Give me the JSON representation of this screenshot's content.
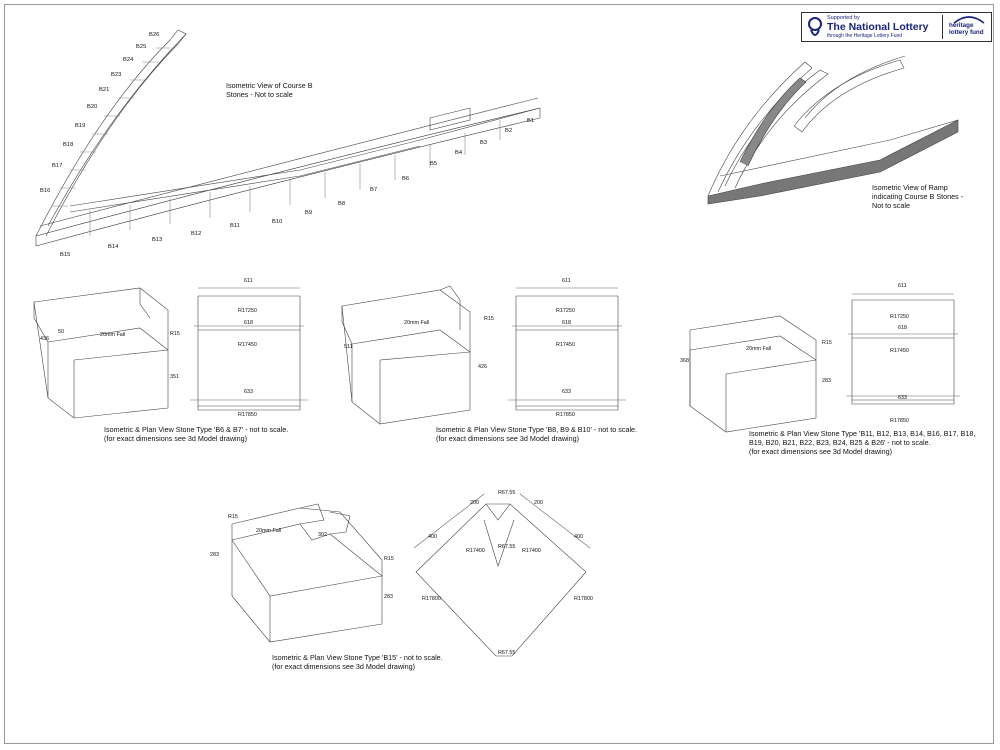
{
  "logo": {
    "supported_by": "Supported by",
    "name": "The National Lottery",
    "via": "through the Heritage Lottery Fund",
    "hlf_line1": "heritage",
    "hlf_line2": "lottery fund"
  },
  "captions": {
    "iso_course_b_l1": "Isometric View of Course B",
    "iso_course_b_l2": "Stones - Not to scale",
    "ramp_l1": "Isometric View of Ramp",
    "ramp_l2": "indicating Course B Stones -",
    "ramp_l3": "Not to scale",
    "b6b7_l1": "Isometric & Plan View Stone Type 'B6 & B7' - not to scale.",
    "b6b7_l2": "(for exact dimensions see 3d Model drawing)",
    "b8_l1": "Isometric & Plan View Stone Type 'B8, B9 & B10' - not to scale.",
    "b8_l2": "(for exact dimensions see 3d Model drawing)",
    "b11_l1": "Isometric & Plan View Stone Type 'B11, B12, B13, B14, B16, B17, B18,",
    "b11_l2": "B19, B20, B21, B22, B23, B24, B25 & B26' - not to scale.",
    "b11_l3": "(for exact dimensions see 3d Model drawing)",
    "b15_l1": "Isometric & Plan View Stone Type 'B15' - not to scale.",
    "b15_l2": "(for exact dimensions see 3d Model drawing)"
  },
  "course_labels": {
    "B1": "B1",
    "B2": "B2",
    "B3": "B3",
    "B4": "B4",
    "B5": "B5",
    "B6": "B6",
    "B7": "B7",
    "B8": "B8",
    "B9": "B9",
    "B10": "B10",
    "B11": "B11",
    "B12": "B12",
    "B13": "B13",
    "B14": "B14",
    "B15": "B15",
    "B16": "B16",
    "B17": "B17",
    "B18": "B18",
    "B19": "B19",
    "B20": "B20",
    "B21": "B21",
    "B23": "B23",
    "B24": "B24",
    "B25": "B25",
    "B26": "B26"
  },
  "dims": {
    "d611": "611",
    "d618": "618",
    "d633": "633",
    "r17250": "R17250",
    "r17450": "R17450",
    "r17850": "R17850",
    "r15": "R15",
    "d50": "50",
    "d436": "436",
    "d351": "351",
    "d511": "511",
    "d426": "426",
    "d368": "368",
    "d283": "283",
    "fall": "20mm Fall",
    "d302": "302",
    "d400": "400",
    "d200": "200",
    "r67": "R67.55",
    "r17400": "R17400",
    "r17800": "R17800"
  }
}
